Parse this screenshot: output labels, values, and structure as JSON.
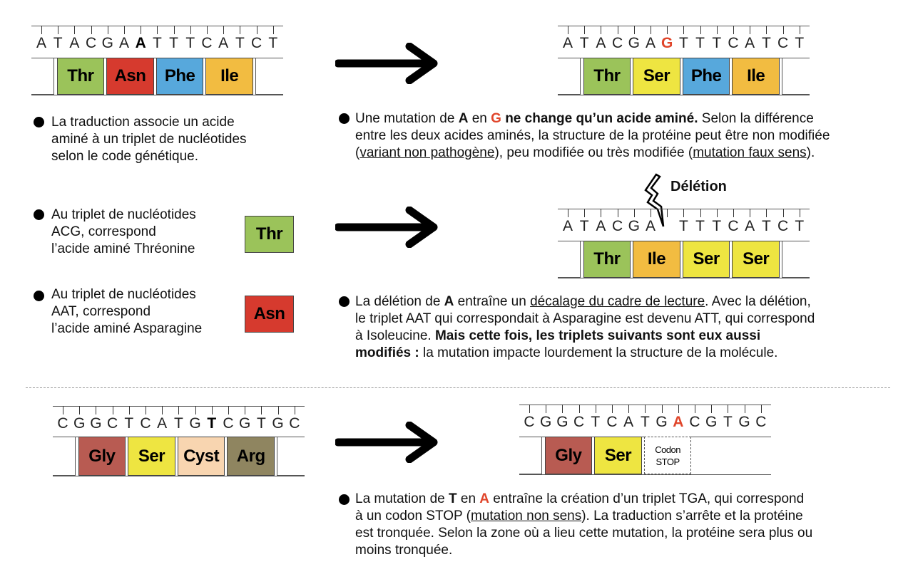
{
  "colors": {
    "Thr": "#9bc35a",
    "Asn": "#d63a2e",
    "Phe": "#57a8dc",
    "Ile": "#f2bc41",
    "Ser": "#eee541",
    "Gly": "#b85b52",
    "Cyst": "#f8d5b0",
    "Arg": "#8f8560",
    "highlight": "#e0452a"
  },
  "strands": {
    "normal": {
      "nucleotides": [
        "A",
        "T",
        "A",
        "C",
        "G",
        "A",
        "A",
        "T",
        "T",
        "T",
        "C",
        "A",
        "T",
        "C",
        "T"
      ],
      "marked": {
        "6": "b"
      },
      "amino_acids": [
        "Thr",
        "Asn",
        "Phe",
        "Ile"
      ]
    },
    "substitution": {
      "nucleotides": [
        "A",
        "T",
        "A",
        "C",
        "G",
        "A",
        "G",
        "T",
        "T",
        "T",
        "C",
        "A",
        "T",
        "C",
        "T"
      ],
      "marked": {
        "6": "red"
      },
      "amino_acids": [
        "Thr",
        "Ser",
        "Phe",
        "Ile"
      ]
    },
    "deletion": {
      "nucleotides": [
        "A",
        "T",
        "A",
        "C",
        "G",
        "A",
        "",
        "T",
        "T",
        "T",
        "C",
        "A",
        "T",
        "C",
        "T"
      ],
      "marked": {},
      "amino_acids": [
        "Thr",
        "Ile",
        "Ser",
        "Ser"
      ],
      "label": "Délétion"
    },
    "nonsense_before": {
      "nucleotides": [
        "C",
        "G",
        "G",
        "C",
        "T",
        "C",
        "A",
        "T",
        "G",
        "T",
        "C",
        "G",
        "T",
        "G",
        "C"
      ],
      "marked": {
        "9": "b"
      },
      "amino_acids": [
        "Gly",
        "Ser",
        "Cyst",
        "Arg"
      ]
    },
    "nonsense_after": {
      "nucleotides": [
        "C",
        "G",
        "G",
        "C",
        "T",
        "C",
        "A",
        "T",
        "G",
        "A",
        "C",
        "G",
        "T",
        "G",
        "C"
      ],
      "marked": {
        "9": "red"
      },
      "amino_acids": [
        "Gly",
        "Ser"
      ],
      "stop_label_1": "Codon",
      "stop_label_2": "STOP"
    }
  },
  "text": {
    "p1": {
      "l1": "La traduction associe un acide",
      "l2": "aminé à un triplet de nucléotides",
      "l3": "selon le code génétique."
    },
    "p2": {
      "a": "Une mutation de ",
      "b": "A",
      "c": " en ",
      "d": "G",
      "e": " ne change qu’un acide aminé.",
      "f": " Selon la différence",
      "g": "entre les deux acides aminés, la structure de la protéine peut être non modifiée",
      "h": "(",
      "i": "variant non pathogène",
      "j": "), peu modifiée ou très modifiée (",
      "k": "mutation faux sens",
      "l": ")."
    },
    "p3": {
      "l1": "Au triplet de nucléotides",
      "l2": "ACG, correspond",
      "l3": "l’acide aminé Thréonine",
      "box": "Thr"
    },
    "p4": {
      "l1": "Au triplet de nucléotides",
      "l2": "AAT, correspond",
      "l3": "l’acide aminé Asparagine",
      "box": "Asn"
    },
    "p5": {
      "a": "La délétion de ",
      "b": "A",
      "c": " entraîne un ",
      "d": "décalage du cadre de lecture",
      "e": ". Avec la délétion,",
      "f": "le triplet AAT qui correspondait à Asparagine est devenu ATT, qui correspond",
      "g": "à Isoleucine. ",
      "h": "Mais cette fois, les triplets suivants sont eux aussi",
      "i": "modifiés :",
      "j": " la mutation impacte lourdement la structure de la molécule."
    },
    "p6": {
      "a": "La mutation de ",
      "b": "T",
      "c": " en ",
      "d": "A",
      "e": " entraîne la création d’un triplet TGA, qui correspond",
      "f": "à un codon STOP (",
      "g": "mutation non sens",
      "h": "). La traduction s’arrête et la protéine",
      "i": "est tronquée. Selon la zone où a lieu cette mutation, la protéine sera plus ou",
      "j": "moins tronquée."
    }
  }
}
